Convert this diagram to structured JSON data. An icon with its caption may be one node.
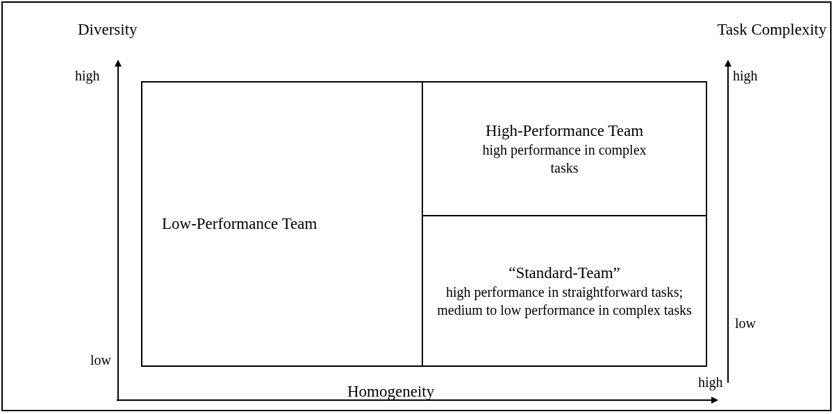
{
  "diagram": {
    "nodes": [
      {
        "text": [
          "Low-Performance Team"
        ]
      },
      {
        "text": [
          "High-Performance Team",
          "high performance in complex tasks"
        ]
      },
      {
        "text": [
          "“Standard-Team”",
          "high performance in straightforward tasks; medium to low performance in complex tasks"
        ]
      }
    ],
    "edges": [],
    "labels": [
      "Diversity",
      "Task Complexity",
      "high",
      "high",
      "low",
      "low",
      "high",
      "Homogeneity"
    ]
  }
}
